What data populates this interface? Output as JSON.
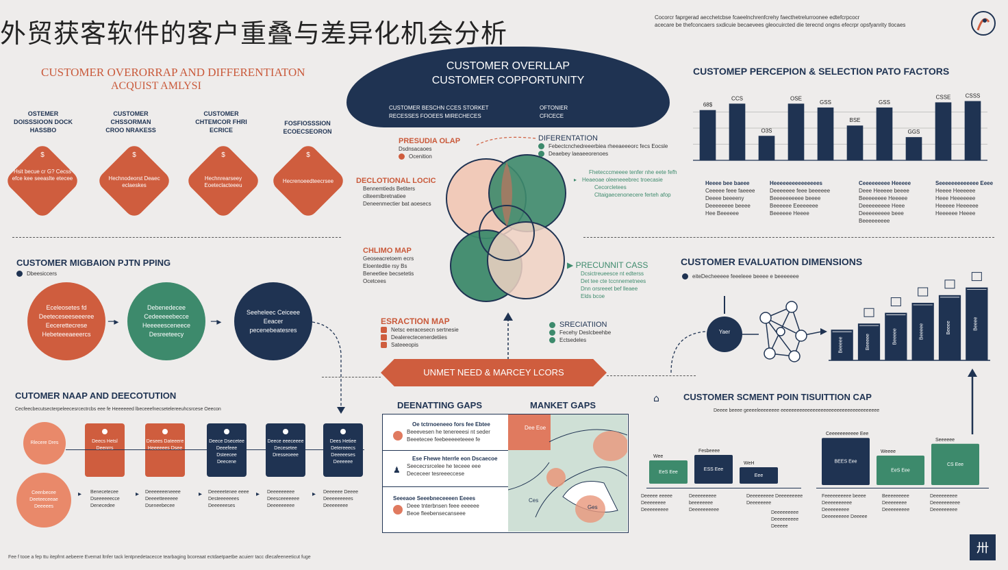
{
  "page": {
    "title": "外贸获客软件的客户重叠与差异化机会分析",
    "header_note_line1": "Cocorcr faprgerad aecchetcbse fcaeelnchrenfcrehy faecthetrelurroonee edtefcrpcocr",
    "header_note_line2": "acecare be thefconcaers sxdicuie becaevees gleocuircted die terecnd ongns efecrpr opsfyanrity tlocaes",
    "footer_note": "Fee f tooe a fep ttu itepfrnt aebeere Evemat ltnfer tack lentpnedetacecce tearbaging bcoreaat ectdaetpaetbe acuierr tacc dlecafeeneeticut fuge",
    "logo_text": "",
    "corner_badge": "卅"
  },
  "colors": {
    "navy": "#1f3352",
    "orange": "#cf5d3e",
    "green": "#3d8a6c",
    "peach": "#e9967a",
    "light_peach": "#f0cfc0",
    "light_green": "#cfe0d6"
  },
  "overlap_section": {
    "title_line1": "CUSTOMER OVERORRAP AND DIFFERENTIATON",
    "title_line2": "ACQUIST AMLYSI",
    "diamonds": [
      {
        "heading": "OSTEMER DOISSSIOON DOCK HASSBO",
        "icon": "$",
        "body": "Hsit becue cr G? Cecss efce kee seeaslte etecee"
      },
      {
        "heading": "CUSTOMER CHSSORMAN CROO NRAKESS",
        "icon": "$",
        "body": "Hechnodeorst Deaec eclaeskes"
      },
      {
        "heading": "CUSTOMER CHTEMCOR FHRI ECRICE",
        "icon": "$",
        "body": "Hechnrearseey Eoeteclacteeeu"
      },
      {
        "heading": "FOSFIOSSSION ECOECSEORON",
        "icon": "$",
        "body": "Hecrenoeedteecrsee"
      }
    ]
  },
  "banner": {
    "title_line1": "CUSTOMER OVERLLAP",
    "title_line2": "CUSTOMER COPPORTUNITY",
    "sub_left_line1": "CUSTOMER BESCHN CCES STORKET",
    "sub_left_line2": "RECESSES FOOEES MIRECHECES",
    "sub_right_line1": "OFTONIER",
    "sub_right_line2": "CFICECE"
  },
  "venn": {
    "label_top_left": "PRESUDIA OLAP",
    "label_top_left_items": [
      "Dsdnsacaoes",
      "Ocenition"
    ],
    "label_left": "DECLOTIONAL LOCIC",
    "label_left_items": [
      "Bennemtieds Betiters",
      "cilteemlbretnatiee",
      "Deneenmectier bat aoesecs"
    ],
    "label_mid_left": "CHLIMO MAP",
    "label_mid_left_items": [
      "Geoseacretoem ecrs",
      "Eloentedtie rsy Bs",
      "Beneetlee becsetetis",
      "Ocetcees"
    ],
    "label_bottom_left": "ESRACTION MAP",
    "label_bottom_left_items": [
      "Netsc eeracesecn sertnesie",
      "Dealerectecenerdetiies",
      "Sateeeopis"
    ],
    "label_top_right": "DIFERENTATION",
    "label_top_right_items": [
      "Febectcnchedreeerbiea rheeaeeeorc fecs Eocsle",
      "Deaebey laeaeeorenoes"
    ],
    "label_right_items": [
      "Fhetecccmeeee tenfer nhe eete fefh",
      "Heaeoae oleeneeebrec troecasie",
      "Cecorcletees",
      "Cltaigaecenonecere ferteh afop"
    ],
    "label_mid_right": "PRECUNNIT CASS",
    "label_mid_right_items": [
      "Dcsictreueesce nt edterss",
      "Det tee cte tccnnemetnees",
      "Dnn orsreeet bef lleaee",
      "Elds bcoe"
    ],
    "label_bottom_right": "SRECIATIION",
    "label_bottom_right_items": [
      "Fecehy Deslcbeehbe",
      "Ectsedeles"
    ]
  },
  "ribbon": {
    "label": "UNMET NEED & MARCEY LCORS"
  },
  "gaps": {
    "left_title": "DEENATTING GAPS",
    "right_title": "MANKET GAPS",
    "rows": [
      {
        "head": "Oe tctrnoeneeo fors fee Ebtee",
        "body1": "Beeevesen he tenereeesi nt seder",
        "body2": "Beeetecee feebeeeeeteeee fe",
        "badge": "Dee Eoe"
      },
      {
        "head": "Ese Fhewe hterrle eon Dscaecoe",
        "body1": "Seececrsrcelee he teceee eee",
        "body2": "Dececeer tesreeeccese",
        "badge": ""
      },
      {
        "head": "Seeeaoe Seeebneceeeen Eeees",
        "body1": "Deee tnterbnsen feee eeeeee",
        "body2": "Beoe fleebensecanseee",
        "badge": "Ces"
      }
    ],
    "map_badge_2": "Ges"
  },
  "migration": {
    "title": "CUSTOMER MIGBAION PJTN PPING",
    "subtitle": "Dbeesiccers",
    "circles": [
      {
        "text": "Eceleosetes fd Deeteceseeseeeree Eecerettecrese Hebeteeeaeeercs"
      },
      {
        "text": "Debenedecee Cedeeeeebecce Heeeeesceneece Desreeteecy"
      },
      {
        "text": "Seeheleec Ceiceee Eeacer pecenebeatesres"
      }
    ]
  },
  "map_section": {
    "title": "CUTOMER NAAP AND DEECOTUTION",
    "subtitle": "Cecfeecbecutsecterpeleecesrcectrcbs eee fe Heeeeeed lbeceeefnecsetelereeuhcsrcese Oeecon",
    "start_top": {
      "text": "Rlecere Dres"
    },
    "start_bottom": {
      "text": "Ceenbecee Deeteeceeae Deeeees"
    },
    "cards": [
      {
        "text": "Deecs Hetsl Deenrrs"
      },
      {
        "text": "Desees Dateeere Heeeeees Dsee"
      },
      {
        "text": "Deece Dsecetee Deeefeee Dsteecee Deecene"
      },
      {
        "text": "Deece eeeceeee Decesetee Dresseoeee"
      },
      {
        "text": "Dees Hetiee Detereeecs Deeeeeses Deeeeee"
      }
    ],
    "notes": [
      "Benecetecee Dseeeeeecce Denecedee",
      "Deeeeeeeneeee Deeeetteeeeee Dseneebecee",
      "Deeeeetenee eeee Desteeeeeees Deeeeeeses",
      "Deeeeeeeee Deesceeeeeee Deeeeeeeee",
      "Deeeeee Deeee Deeeeeeeees Deeeeeeee"
    ]
  },
  "perception": {
    "title": "CUSTOMEP PERCEPION & SELECTION PATO FACTORS",
    "chart_data": {
      "type": "bar",
      "title": "CUSTOMEP PERCEPION & SELECTION PATO FACTORS",
      "values": [
        78,
        88,
        38,
        88,
        82,
        54,
        82,
        36,
        90,
        92
      ],
      "data_labels": [
        "68$",
        "CCS",
        "O3S",
        "OSE",
        "GSS",
        "BSE",
        "GSS",
        "GGS",
        "CSSE",
        "CSSS"
      ],
      "ylim": [
        0,
        100
      ],
      "grid": true
    },
    "columns": [
      {
        "head": "Heeee bee baeee",
        "items": [
          "Ceeeee feee faeeee",
          "Deeee beeeeny",
          "Deeeeeeee beeee",
          "Hee Beeeeee"
        ]
      },
      {
        "head": "Heeeeeeeeeeeeeees",
        "items": [
          "Deeeeeee feee beeeeee",
          "Beeeeeeeeee beeee",
          "Beeeeee Eeeeeeee",
          "Beeeeee Heeee"
        ]
      },
      {
        "head": "Ceeeeeeeee Heeeee",
        "items": [
          "Deee Heeeee beeee",
          "Beeeeeeee Heeeee",
          "Deeeeeeeee Heee",
          "Deeeeeeeee beee",
          "Beeeeeeeee"
        ]
      },
      {
        "head": "Seeeeeeeeeeeee Eeee",
        "items": [
          "Heeee Heeeeee",
          "Heee Heeeeeee",
          "Heeeee Heeeeee",
          "Heeeeee Heeee"
        ]
      }
    ]
  },
  "evaluation": {
    "title": "CUSTOMER EVALUATION DIMENSIONS",
    "subtitle": "eiteDecheeeee feeeleee beeee e beeeeeee",
    "hub_label": "Yaer",
    "chart_data": {
      "type": "bar",
      "values": [
        40,
        48,
        62,
        75,
        85,
        95
      ],
      "data_labels": [
        "Beeeee",
        "Beeeee",
        "Beeeee",
        "Beeeee",
        "Beeee",
        "Beeee"
      ],
      "ylim": [
        0,
        100
      ]
    }
  },
  "segment": {
    "title": "CUSTOMER SCMENT POIN TISUITTION CAP",
    "subtitle": "Deeee beeee geeeeleeeeeeee eeeeeeeeeeeeeeeeeeeeeeeeeeeeeeeeeeeee",
    "left_chart": {
      "bars": [
        {
          "top": "Wee",
          "inside": "EeS Eee",
          "value": 34
        },
        {
          "top": "Fesbeeee",
          "inside": "ESS Eee",
          "value": 42
        },
        {
          "top": "WeH",
          "inside": "Eee",
          "value": 24
        }
      ],
      "notes": [
        "Deeeee eeeee Deeeeeeee Deeeeeeeee",
        "Deeeeeeeee beeeeeeee Deeeeeeeeee",
        "Deeeeeeeee Deeeeeeeee Deeeeeeee",
        "Deeeeeeeee Deeeeeeeee Deeeee"
      ]
    },
    "right_chart": {
      "bars": [
        {
          "top": "Ceeeeeeeeeee Eee",
          "inside": "BEES Eee",
          "value": 80,
          "color": "navy"
        },
        {
          "top": "Weeee",
          "inside": "EeS Eee",
          "value": 50,
          "color": "green"
        },
        {
          "top": "Seeeeee",
          "inside": "CS Eee",
          "value": 70,
          "color": "green"
        }
      ],
      "notes": [
        "Feeeeeeeeee beeee Deeeeeeeeee Deeeeeeeee Deeeeeeeee Deeeee",
        "Beeeeeeeee Deeeeeeee Deeeeeeeee",
        "Deeeeeeeee Deeeeeeeeee Deeeeeeeee"
      ]
    }
  }
}
